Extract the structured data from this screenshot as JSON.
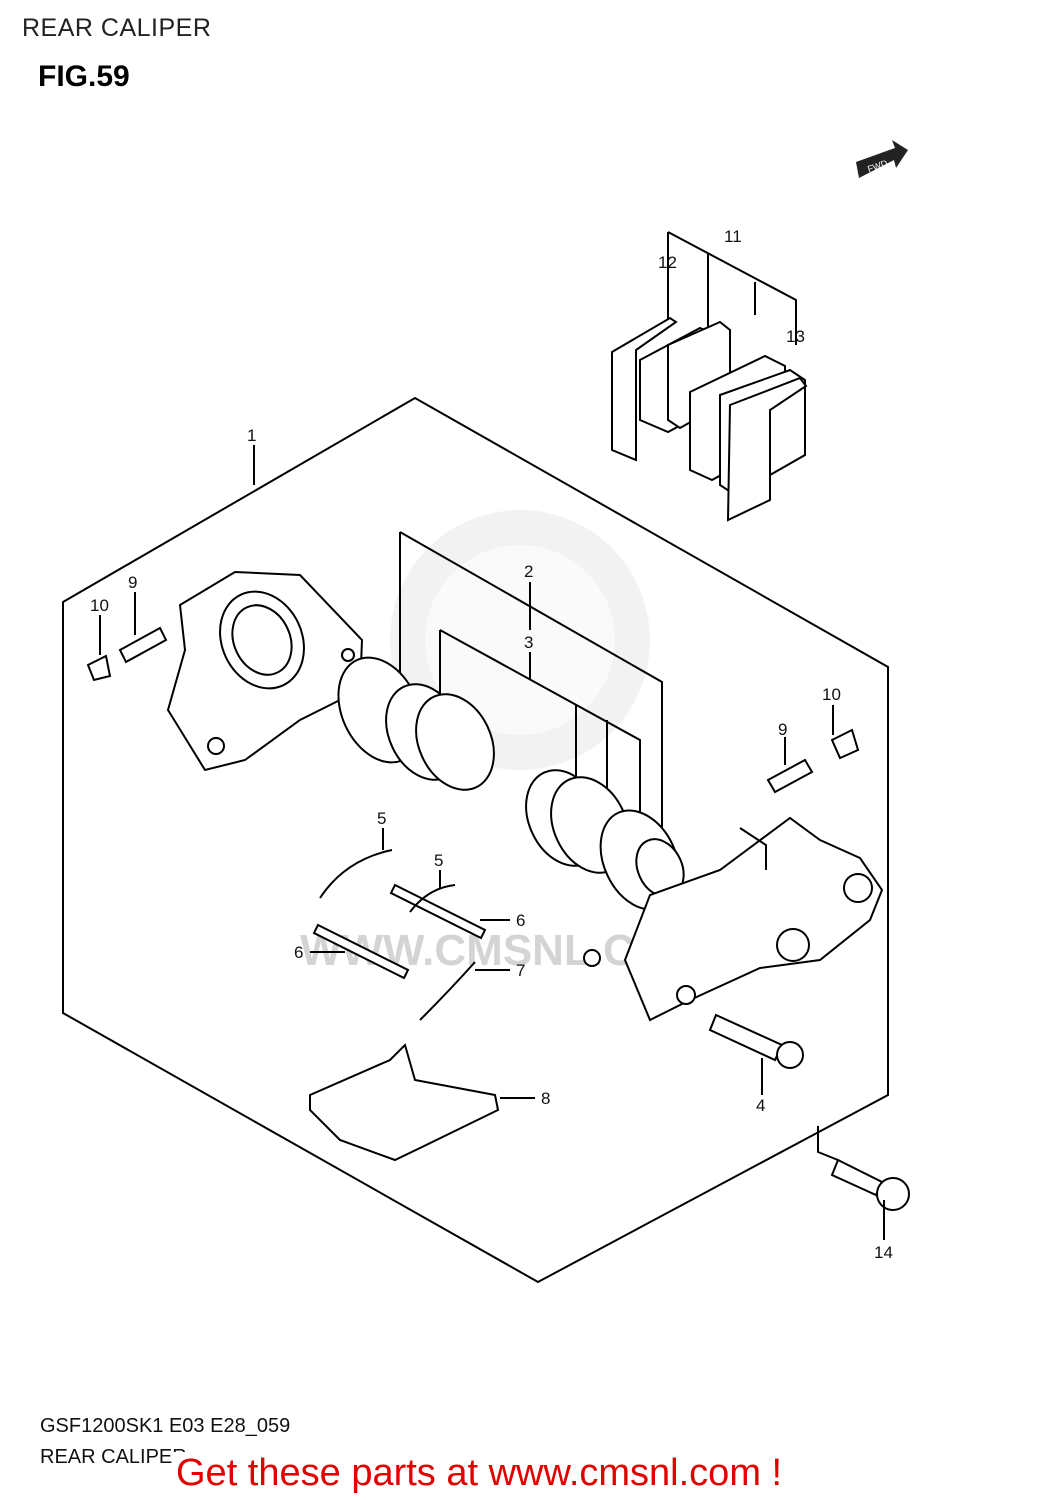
{
  "header": {
    "title": "REAR CALIPER",
    "figure": "FIG.59"
  },
  "direction_badge": {
    "label": "FWD"
  },
  "callouts": [
    {
      "id": "c1",
      "label": "1"
    },
    {
      "id": "c2",
      "label": "2"
    },
    {
      "id": "c3",
      "label": "3"
    },
    {
      "id": "c4",
      "label": "4"
    },
    {
      "id": "c5a",
      "label": "5"
    },
    {
      "id": "c5b",
      "label": "5"
    },
    {
      "id": "c6a",
      "label": "6"
    },
    {
      "id": "c6b",
      "label": "6"
    },
    {
      "id": "c7",
      "label": "7"
    },
    {
      "id": "c8",
      "label": "8"
    },
    {
      "id": "c9a",
      "label": "9"
    },
    {
      "id": "c9b",
      "label": "9"
    },
    {
      "id": "c10a",
      "label": "10"
    },
    {
      "id": "c10b",
      "label": "10"
    },
    {
      "id": "c11",
      "label": "11"
    },
    {
      "id": "c12",
      "label": "12"
    },
    {
      "id": "c13",
      "label": "13"
    },
    {
      "id": "c14",
      "label": "14"
    }
  ],
  "watermark": {
    "text": "WWW.CMSNL.COM"
  },
  "footer": {
    "code": "GSF1200SK1 E03 E28_059",
    "name": "REAR CALIPER",
    "promo": "Get these parts at www.cmsnl.com !"
  }
}
